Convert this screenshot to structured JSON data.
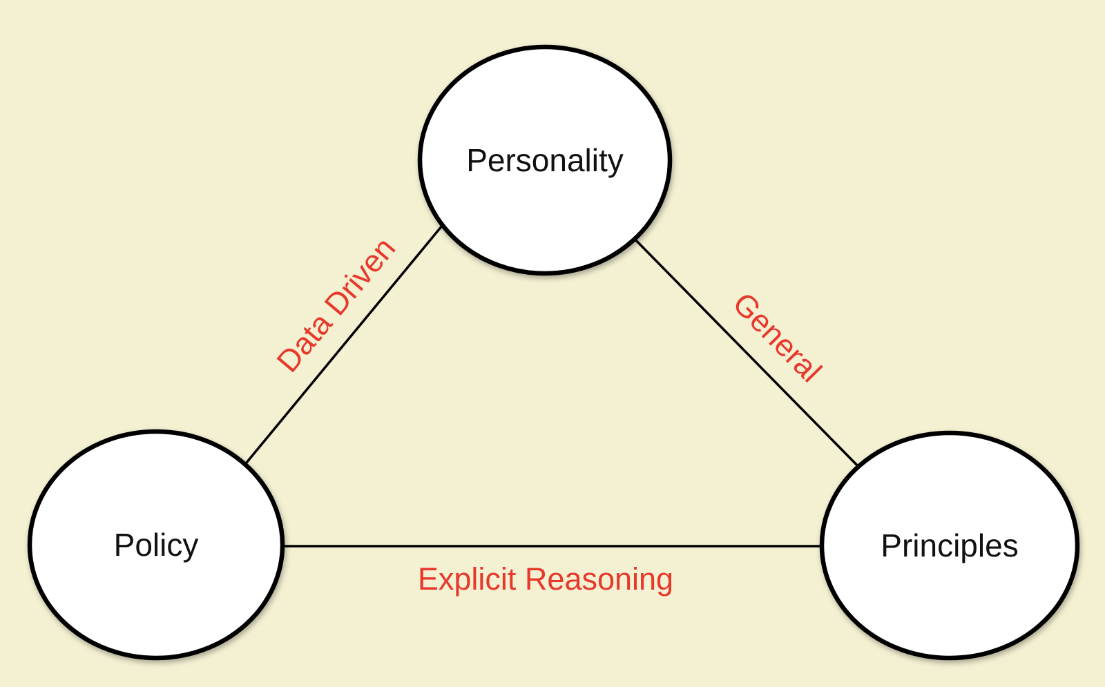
{
  "diagram": {
    "nodes": {
      "personality": {
        "label": "Personality"
      },
      "policy": {
        "label": "Policy"
      },
      "principles": {
        "label": "Principles"
      }
    },
    "edges": {
      "policy_personality": {
        "label": "Data Driven"
      },
      "personality_principles": {
        "label": "General"
      },
      "policy_principles": {
        "label": "Explicit Reasoning"
      }
    }
  },
  "colors": {
    "background": "#f4f0d2",
    "node-fill": "#ffffff",
    "node-stroke": "#000000",
    "edge-color": "#000000",
    "label-red": "#e6392b",
    "node-text": "#111111"
  }
}
